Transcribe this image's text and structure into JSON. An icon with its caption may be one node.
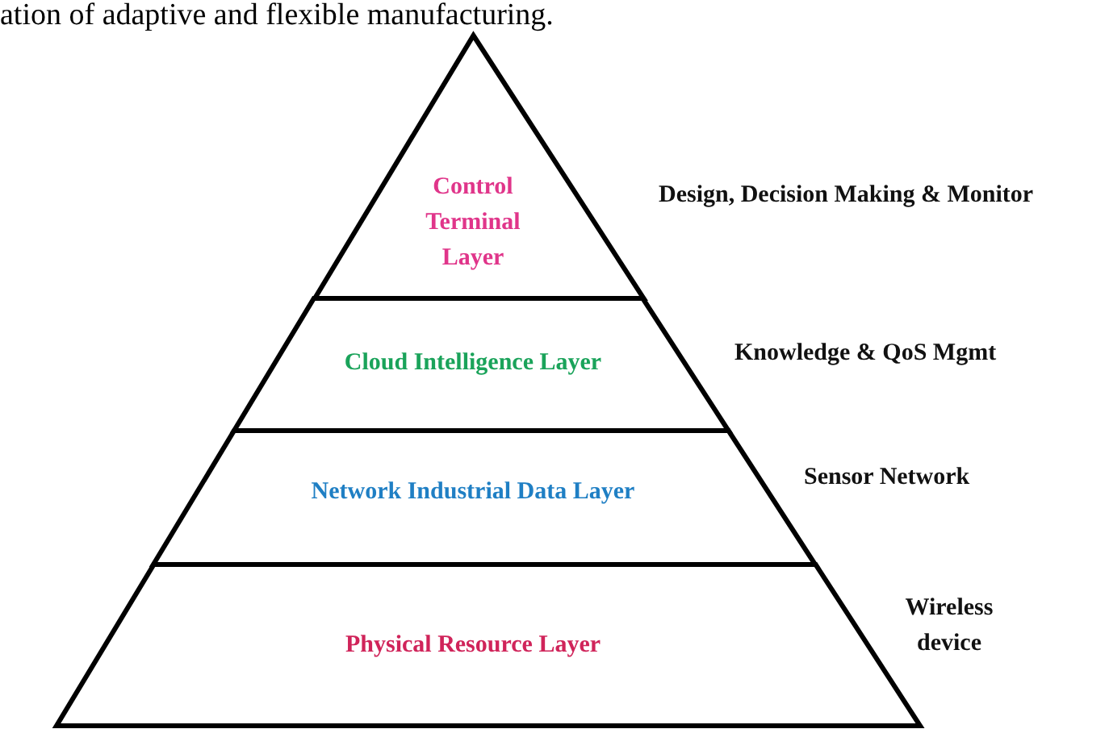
{
  "diagram": {
    "nodes": [
      {
        "text": [
          "Control Terminal Layer"
        ],
        "beside": [
          "Design, Decision Making & Monitor"
        ]
      },
      {
        "text": [
          "Cloud Intelligence Layer"
        ],
        "beside": [
          "Knowledge & QoS Mgmt"
        ]
      },
      {
        "text": [
          "Network Industrial Data Layer"
        ],
        "beside": [
          "Sensor Network"
        ]
      },
      {
        "text": [
          "Physical Resource Layer"
        ],
        "beside": [
          "Wireless device"
        ]
      }
    ],
    "labels": [
      "ation of adaptive and flexible manufacturing."
    ]
  }
}
